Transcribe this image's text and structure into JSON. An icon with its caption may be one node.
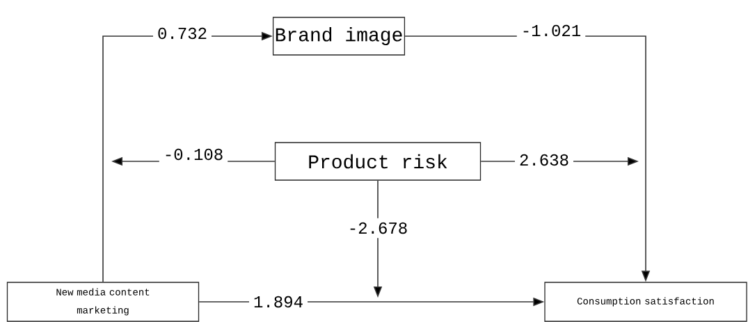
{
  "diagram": {
    "nodes": [
      {
        "text": [
          "Brand image"
        ]
      },
      {
        "text": [
          "Product risk"
        ]
      },
      {
        "text": [
          "New media content marketing"
        ]
      },
      {
        "text": [
          "Consumption satisfaction"
        ]
      }
    ],
    "edges": [
      {
        "from": 2,
        "to": 0,
        "arrow": "to",
        "label": "0.732"
      },
      {
        "from": 0,
        "to": 3,
        "arrow": "to",
        "label": "-1.021"
      },
      {
        "from": 1,
        "to": null,
        "arrow": "to",
        "label": "-0.108"
      },
      {
        "from": 1,
        "to": null,
        "arrow": "to",
        "label": "2.638"
      },
      {
        "from": 1,
        "to": null,
        "arrow": "to",
        "label": "-2.678"
      },
      {
        "from": 2,
        "to": 3,
        "arrow": "to",
        "label": "1.894"
      }
    ]
  }
}
